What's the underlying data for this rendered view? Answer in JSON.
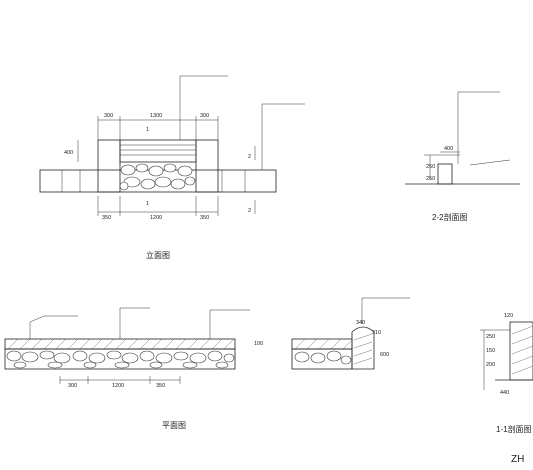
{
  "views": {
    "front_elevation": {
      "title": "立面图",
      "top_dims": [
        "300",
        "1300",
        "300"
      ],
      "bottom_dims": [
        "350",
        "1200",
        "350"
      ],
      "height_dim": "400",
      "section_marks": [
        "1",
        "1",
        "2",
        "2"
      ]
    },
    "section_2_2": {
      "title": "2-2剖面图",
      "dims": [
        "400",
        "250",
        "250"
      ]
    },
    "plan": {
      "title": "平面图",
      "dims": [
        "300",
        "1200",
        "350"
      ],
      "height_dim": "100",
      "side_dims": [
        "340",
        "210",
        "600"
      ]
    },
    "section_1_1": {
      "title": "1-1剖面图",
      "dims": [
        "250",
        "150",
        "200",
        "440",
        "120"
      ]
    }
  },
  "watermark": "ZH"
}
